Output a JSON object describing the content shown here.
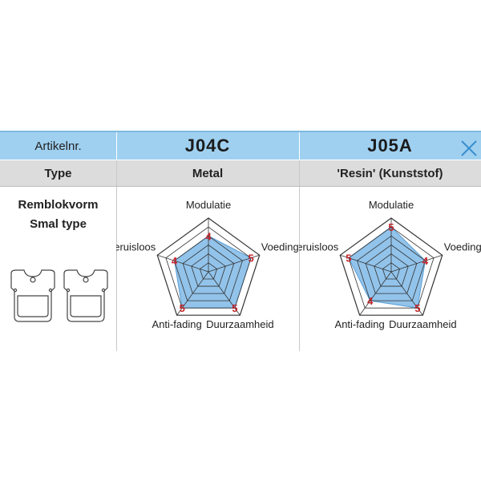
{
  "table": {
    "header_label": "Artikelnr.",
    "type_label": "Type",
    "shape_line1": "Remblokvorm",
    "shape_line2": "Smal type"
  },
  "products": [
    {
      "code": "J04C",
      "type": "Metal"
    },
    {
      "code": "J05A",
      "type": "'Resin' (Kunststof)"
    }
  ],
  "colors": {
    "header_bg": "#9fd0f0",
    "type_bg": "#dcdcdc",
    "fill": "#7fb9e6",
    "score": "#c0242b"
  },
  "chart_data": [
    {
      "type": "radar",
      "product": "J04C",
      "axes": [
        "Modulatie",
        "Voeding",
        "Duurzaamheid",
        "Anti-fading",
        "Geruisloos"
      ],
      "values": [
        4,
        5,
        5,
        5,
        4
      ],
      "value_labels": [
        "4",
        "5",
        "5",
        "5",
        "4"
      ],
      "rmax": 6,
      "rings": 6
    },
    {
      "type": "radar",
      "product": "J05A",
      "axes": [
        "Modulatie",
        "Voeding",
        "Duurzaamheid",
        "Anti-fading",
        "Geruisloos"
      ],
      "values": [
        5,
        4,
        5,
        4,
        5
      ],
      "value_labels": [
        "5",
        "4",
        "5",
        "4",
        "5"
      ],
      "rmax": 6,
      "rings": 6
    }
  ]
}
